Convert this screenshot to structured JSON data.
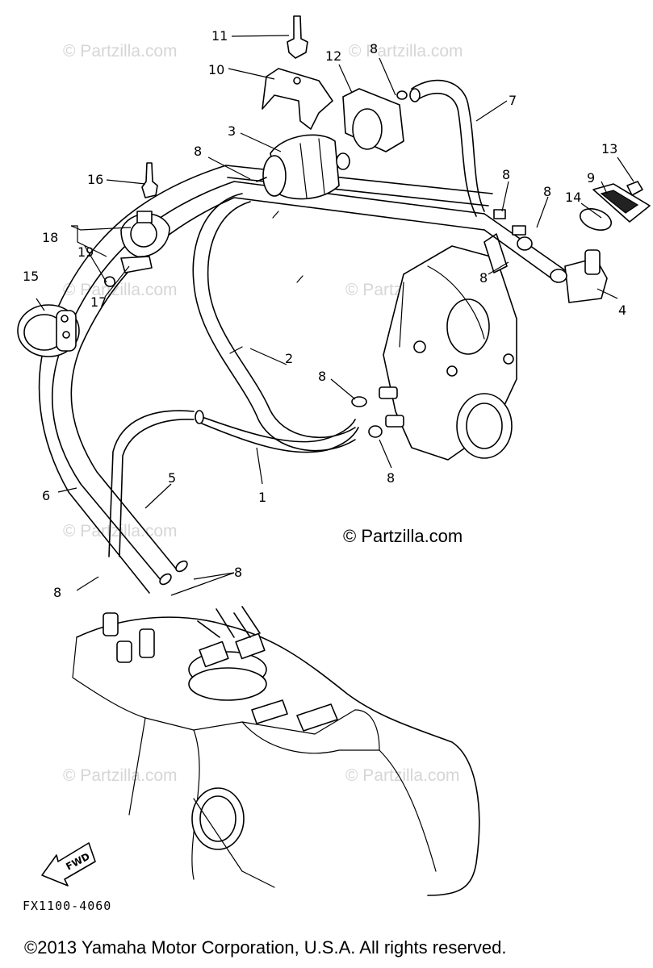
{
  "callouts": {
    "c1": "1",
    "c2": "2",
    "c3": "3",
    "c4": "4",
    "c5": "5",
    "c6": "6",
    "c7": "7",
    "c8": "8",
    "c9": "9",
    "c10": "10",
    "c11": "11",
    "c12": "12",
    "c13": "13",
    "c14": "14",
    "c15": "15",
    "c16": "16",
    "c17": "17",
    "c18": "18",
    "c19": "19"
  },
  "watermark": "© Partzilla.com",
  "center_watermark": "© Partzilla.com",
  "fwd_label": "FWD",
  "diagram_code": "FX1100-4060",
  "copyright": "©2013  Yamaha Motor Corporation, U.S.A. All rights reserved."
}
